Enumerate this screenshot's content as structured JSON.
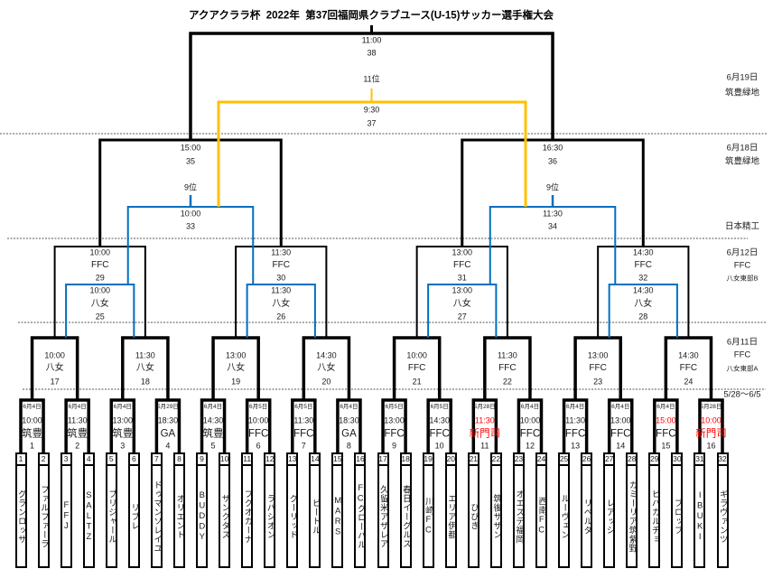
{
  "title": "アクアクララ杯  2022年  第37回福岡県クラブユース(U-15)サッカー選手権大会",
  "colors": {
    "main": "#000000",
    "ninth_place_bracket": "#0070c0",
    "eleventh_place_bracket": "#ffc000",
    "highlight": "#ff0000",
    "divider": "#555555"
  },
  "schedule": [
    {
      "date": "6月19日",
      "venue": "筑豊緑地"
    },
    {
      "date": "6月18日",
      "venue": "筑豊緑地",
      "venue2": "日本精工"
    },
    {
      "date": "6月12日",
      "venue": "FFC",
      "sub": "八女東部B"
    },
    {
      "date": "6月11日",
      "venue": "FFC",
      "sub": "八女東部A"
    },
    {
      "date": "5/28〜6/5"
    }
  ],
  "teams": [
    {
      "no": "1",
      "name": "グランロッサ"
    },
    {
      "no": "2",
      "name": "ファルファーラ"
    },
    {
      "no": "3",
      "name": "FFJ"
    },
    {
      "no": "4",
      "name": "SALTZ"
    },
    {
      "no": "5",
      "name": "ブリジャール"
    },
    {
      "no": "6",
      "name": "リブレ"
    },
    {
      "no": "7",
      "name": "ドゥマンソレイユ"
    },
    {
      "no": "8",
      "name": "オリエント"
    },
    {
      "no": "9",
      "name": "BUDDY"
    },
    {
      "no": "10",
      "name": "サンクタス"
    },
    {
      "no": "11",
      "name": "フクオカーナ"
    },
    {
      "no": "12",
      "name": "ラパシオン"
    },
    {
      "no": "13",
      "name": "グーリッド"
    },
    {
      "no": "14",
      "name": "ビートル"
    },
    {
      "no": "15",
      "name": "MARS"
    },
    {
      "no": "16",
      "name": "FCグローバル"
    },
    {
      "no": "17",
      "name": "久留米アザレア"
    },
    {
      "no": "18",
      "name": "春日イーグルス"
    },
    {
      "no": "19",
      "name": "川崎FC"
    },
    {
      "no": "20",
      "name": "エリア伊都"
    },
    {
      "no": "21",
      "name": "ひびき"
    },
    {
      "no": "22",
      "name": "筑後サザン"
    },
    {
      "no": "23",
      "name": "オエステ福岡"
    },
    {
      "no": "24",
      "name": "西南FC"
    },
    {
      "no": "25",
      "name": "ルーヴェン"
    },
    {
      "no": "26",
      "name": "リベルタ"
    },
    {
      "no": "27",
      "name": "レアッシ"
    },
    {
      "no": "28",
      "name": "カミーリア筑紫野"
    },
    {
      "no": "29",
      "name": "ビバカルチョ"
    },
    {
      "no": "30",
      "name": "ブロッブ"
    },
    {
      "no": "31",
      "name": "IBUKI"
    },
    {
      "no": "32",
      "name": "ギラヴァンツ"
    }
  ],
  "round1": [
    {
      "no": "1",
      "date": "6月4日",
      "time": "10:00",
      "venue": "筑豊"
    },
    {
      "no": "2",
      "date": "6月4日",
      "time": "11:30",
      "venue": "筑豊"
    },
    {
      "no": "3",
      "date": "6月4日",
      "time": "13:00",
      "venue": "筑豊"
    },
    {
      "no": "4",
      "date": "5月29日",
      "time": "18:30",
      "venue": "GA"
    },
    {
      "no": "5",
      "date": "6月4日",
      "time": "14:30",
      "venue": "筑豊"
    },
    {
      "no": "6",
      "date": "6月5日",
      "time": "10:00",
      "venue": "FFC"
    },
    {
      "no": "7",
      "date": "6月5日",
      "time": "11:30",
      "venue": "FFC"
    },
    {
      "no": "8",
      "date": "6月4日",
      "time": "18:30",
      "venue": "GA"
    },
    {
      "no": "9",
      "date": "6月5日",
      "time": "13:00",
      "venue": "FFC"
    },
    {
      "no": "10",
      "date": "6月5日",
      "time": "14:30",
      "venue": "FFC"
    },
    {
      "no": "11",
      "date": "5月28日",
      "time": "11:30",
      "venue": "新門司",
      "time_highlight": true,
      "venue_highlight": true
    },
    {
      "no": "12",
      "date": "6月4日",
      "time": "10:00",
      "venue": "FFC"
    },
    {
      "no": "13",
      "date": "6月4日",
      "time": "11:30",
      "venue": "FFC"
    },
    {
      "no": "14",
      "date": "6月4日",
      "time": "13:00",
      "venue": "FFC"
    },
    {
      "no": "15",
      "date": "6月4日",
      "time": "15:00",
      "venue": "FFC",
      "time_highlight": true
    },
    {
      "no": "16",
      "date": "5月28日",
      "time": "10:00",
      "venue": "新門司",
      "time_highlight": true,
      "venue_highlight": true
    }
  ],
  "round2": [
    {
      "no": "17",
      "time": "10:00",
      "venue": "八女"
    },
    {
      "no": "18",
      "time": "11:30",
      "venue": "八女"
    },
    {
      "no": "19",
      "time": "13:00",
      "venue": "八女"
    },
    {
      "no": "20",
      "time": "14:30",
      "venue": "八女"
    },
    {
      "no": "21",
      "time": "10:00",
      "venue": "FFC"
    },
    {
      "no": "22",
      "time": "11:30",
      "venue": "FFC"
    },
    {
      "no": "23",
      "time": "13:00",
      "venue": "FFC"
    },
    {
      "no": "24",
      "time": "14:30",
      "venue": "FFC"
    }
  ],
  "consolation_round": [
    {
      "no": "25",
      "time": "10:00",
      "venue": "八女"
    },
    {
      "no": "26",
      "time": "11:30",
      "venue": "八女"
    },
    {
      "no": "27",
      "time": "13:00",
      "venue": "八女"
    },
    {
      "no": "28",
      "time": "14:30",
      "venue": "八女"
    }
  ],
  "round3": [
    {
      "no": "29",
      "time": "10:00",
      "venue": "FFC"
    },
    {
      "no": "30",
      "time": "11:30",
      "venue": "FFC"
    },
    {
      "no": "31",
      "time": "13:00",
      "venue": "FFC"
    },
    {
      "no": "32",
      "time": "14:30",
      "venue": "FFC"
    }
  ],
  "ninth_place": [
    {
      "no": "33",
      "time": "10:00",
      "label": "9位"
    },
    {
      "no": "34",
      "time": "11:30",
      "label": "9位"
    }
  ],
  "semifinals": [
    {
      "no": "35",
      "time": "15:00"
    },
    {
      "no": "36",
      "time": "16:30"
    }
  ],
  "eleventh_place": {
    "no": "37",
    "time": "9:30",
    "label": "11位"
  },
  "final": {
    "no": "38",
    "time": "11:00"
  }
}
